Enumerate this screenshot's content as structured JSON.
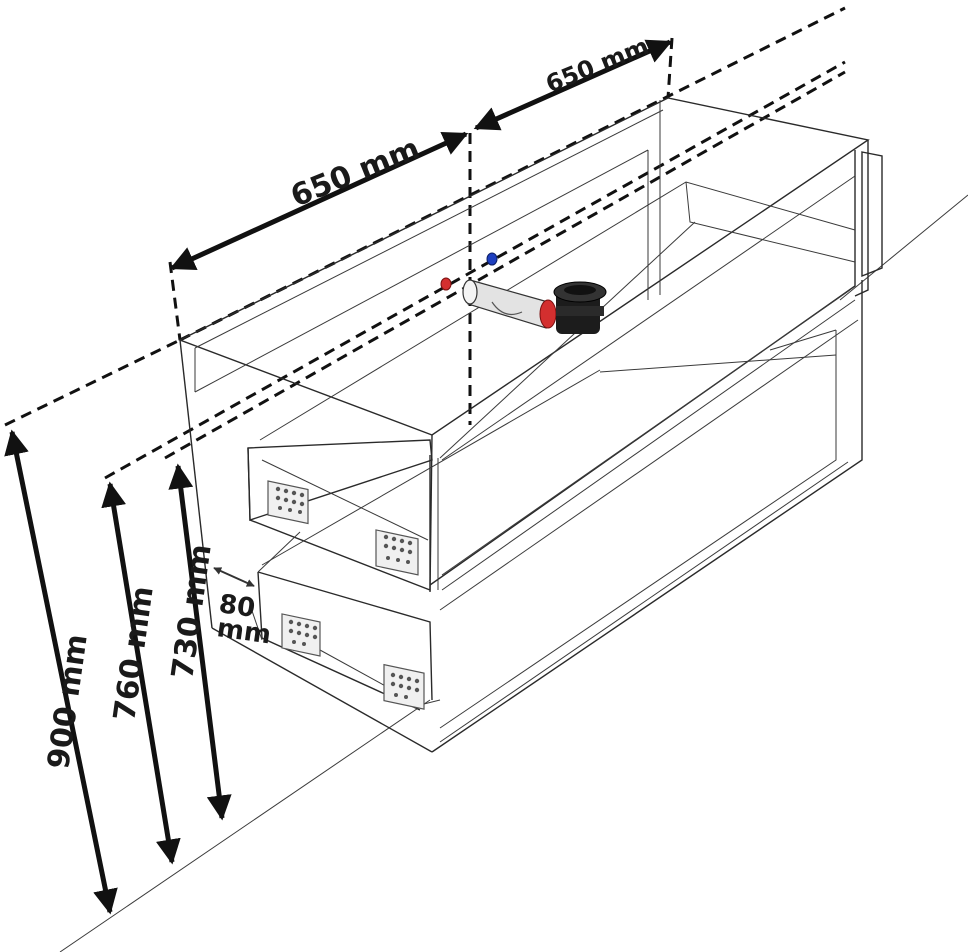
{
  "dimensions": {
    "depth_front": "650 mm",
    "depth_back": "650 mm",
    "height_total": "900 mm",
    "height_mid": "760 mm",
    "height_low": "730 mm",
    "plinth_top": "80",
    "plinth_bottom": "mm"
  },
  "colors": {
    "line": "#2a2a2a",
    "dimension": "#111111",
    "pipe": "#d9d9d9",
    "siphon": "#1c1c1c",
    "hot_valve": "#d32f2f",
    "cold_valve": "#1e3fbf",
    "bracket": "#555555"
  },
  "icons": {
    "siphon": "siphon-icon",
    "hot_connection": "hot-water-icon",
    "cold_connection": "cold-water-icon"
  }
}
